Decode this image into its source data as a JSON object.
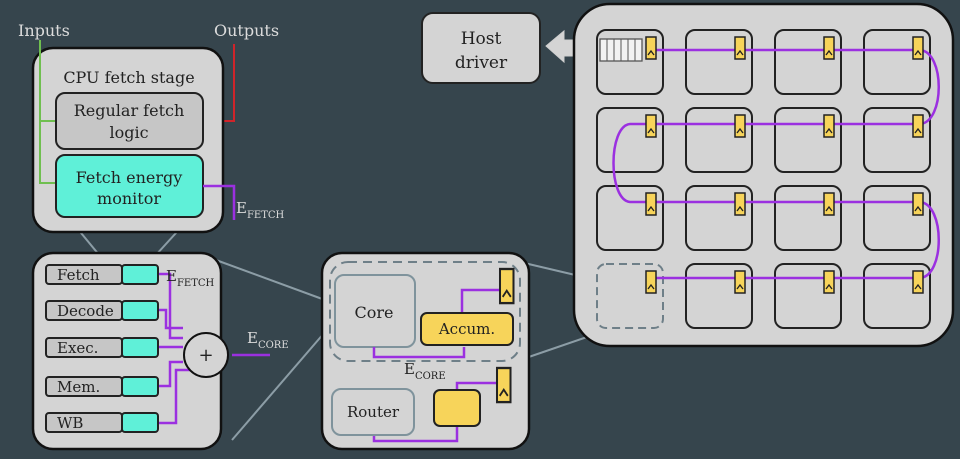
{
  "labels": {
    "inputs": "Inputs",
    "outputs": "Outputs",
    "cpu_fetch_stage": "CPU fetch stage",
    "regular_fetch_line1": "Regular fetch",
    "regular_fetch_line2": "logic",
    "monitor_line1": "Fetch energy",
    "monitor_line2": "monitor",
    "e_fetch_e": "E",
    "e_fetch_sub": "FETCH",
    "host_line1": "Host",
    "host_line2": "driver",
    "core": "Core",
    "accum": "Accum.",
    "router": "Router",
    "e_core_e": "E",
    "e_core_sub": "CORE",
    "plus": "+"
  },
  "pipeline_stages": [
    "Fetch",
    "Decode",
    "Exec.",
    "Mem.",
    "WB"
  ],
  "grid": {
    "rows": 4,
    "cols": 4
  },
  "colors": {
    "background": "#36454d",
    "panel": "#d4d4d4",
    "box": "#c6c6c6",
    "cyan": "#5ff0d8",
    "yellow": "#f7d45a",
    "purple": "#9b30e0",
    "green": "#6fbf4f",
    "red": "#d0242a",
    "connector": "#8c9da6",
    "text": "#222222",
    "label_light": "#dcdcdc"
  }
}
